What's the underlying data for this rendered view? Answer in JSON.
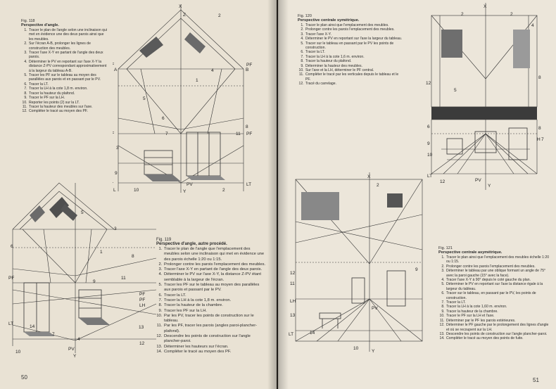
{
  "left_page": {
    "page_number": "50",
    "fig118": {
      "figure_label": "Fig. 118",
      "title": "Perspective d'angle.",
      "steps": [
        "Tracer le plan de l'angle selon une inclinaison qui met en évidence une des deux parois ainsi que les meubles.",
        "Sur l'écran A-B, prolonger les lignes de construction des meubles.",
        "Tracer l'axe X-Y en partant de l'angle des deux parois.",
        "Déterminer le PV en reportant sur l'axe X-Y la distance Z-PV correspondant approximativement à la largeur du tableau A-B.",
        "Tracer les PF sur le tableau au moyen des parallèles aux parois et en passant par le PV.",
        "Tracer la LT.",
        "Tracer la LH à la cote 1,8 m. environ.",
        "Tracer la hauteur du plafond.",
        "Tracer le PF sur la LH.",
        "Reporter les points (2) sur la LT.",
        "Tracer la hauteur des meubles sur l'axe.",
        "Compléter le tracé au moyen des PF."
      ],
      "labels": [
        "X",
        "Z",
        "A",
        "B",
        "PF",
        "PF",
        "PF",
        "PF",
        "1",
        "2",
        "3",
        "4",
        "5",
        "6",
        "7",
        "8",
        "9",
        "10",
        "11",
        "LT",
        "LT",
        "L",
        "Y",
        "2",
        "PV"
      ]
    },
    "fig119": {
      "figure_label": "Fig. 119",
      "title": "Perspective d'angle, autre procédé.",
      "steps": [
        "Tracer le plan de l'angle que l'emplacement des meubles selon une inclinaison qui met en évidence une des parois échelle 1:20 ou 1:15.",
        "Prolonger contre les parois l'emplacement des meubles.",
        "Tracer l'axe X-Y en partant de l'angle des deux parois.",
        "Déterminer le PV sur l'axe X-Y, la distance Z-PV étant semblable à la largeur de l'écran.",
        "Tracer les PF sur le tableau au moyen des parallèles aux parois et passant par le PV.",
        "Tracer la LT.",
        "Tracer la LH à la cote 1,8 m. environ.",
        "Tracer la hauteur de la chambre.",
        "Tracer les PF sur la LH.",
        "Par les PV, tracer les points de construction sur le tableau.",
        "Par les PF, tracer les parois (angles paroi-plancher-plafond).",
        "Descendre les points de construction sur l'angle plancher-paroi.",
        "Déterminer les hauteurs sur l'écran.",
        "Compléter le tracé au moyen des PF."
      ],
      "labels": [
        "PF",
        "LT",
        "10",
        "14",
        "11",
        "13",
        "12",
        "PF",
        "LH",
        "PF",
        "9",
        "8",
        "7",
        "6",
        "5",
        "3",
        "1",
        "4",
        "PV",
        "Y"
      ]
    }
  },
  "right_page": {
    "page_number": "51",
    "fig120": {
      "figure_label": "Fig. 120",
      "title": "Perspective centrale symétrique.",
      "steps": [
        "Tracer le plan ainsi que l'emplacement des meubles.",
        "Prolonger contre les parois l'emplacement des meubles.",
        "Tracer l'axe X-Y.",
        "Déterminer le PV en reportant sur l'axe la largeur du tableau.",
        "Tracer sur le tableau en passant par le PV les points de construction.",
        "Tracer la LT.",
        "Tracer la LH à la cote 1,6 m. environ.",
        "Tracer la hauteur du plafond.",
        "Déterminer la hauteur des meubles.",
        "Sur l'axe et la LH, déterminer le PF central.",
        "Compléter le tracé par les verticales depuis le tableau et le PF.",
        "Tracé du carrelage."
      ],
      "labels": [
        "X",
        "2",
        "2",
        "4",
        "12",
        "5",
        "8",
        "6",
        "9",
        "10",
        "H",
        "7",
        "8",
        "LT",
        "12",
        "Y",
        "PV"
      ]
    },
    "fig121": {
      "figure_label": "Fig. 121",
      "title": "Perspective centrale asymétrique.",
      "steps": [
        "Tracer le plan ainsi que l'emplacement des meubles échelle 1:20 ou 1:15.",
        "Prolonger contre les parois l'emplacement des meubles.",
        "Déterminer le tableau par une oblique formant un angle de 75° avec la paroi gauche (15° avec la face).",
        "Tracer l'axe X-Y à 90° depuis le coté gauche du plan.",
        "Déterminer le PV en reportant sur l'axe la distance égale à la largeur du tableau.",
        "Tracer sur le tableau, en passant par le PV, les points de construction.",
        "Tracer la LT.",
        "Tracer la LH à la cote 1,60 m. environ.",
        "Tracer la hauteur de la chambre.",
        "Tracer le PF sur la LH et l'axe.",
        "Déterminer par le PF les parois extérieures.",
        "Déterminer le PF gauche par le prolongement des lignes d'angle et où se recoupent sur la LH.",
        "Descendre les points de construction sur l'angle plancher-paroi.",
        "Compléter le tracé au moyen des points de fuite."
      ],
      "labels": [
        "X",
        "12",
        "11",
        "LH",
        "13",
        "14",
        "2",
        "9",
        "PV",
        "10",
        "LT",
        "Y"
      ]
    }
  }
}
